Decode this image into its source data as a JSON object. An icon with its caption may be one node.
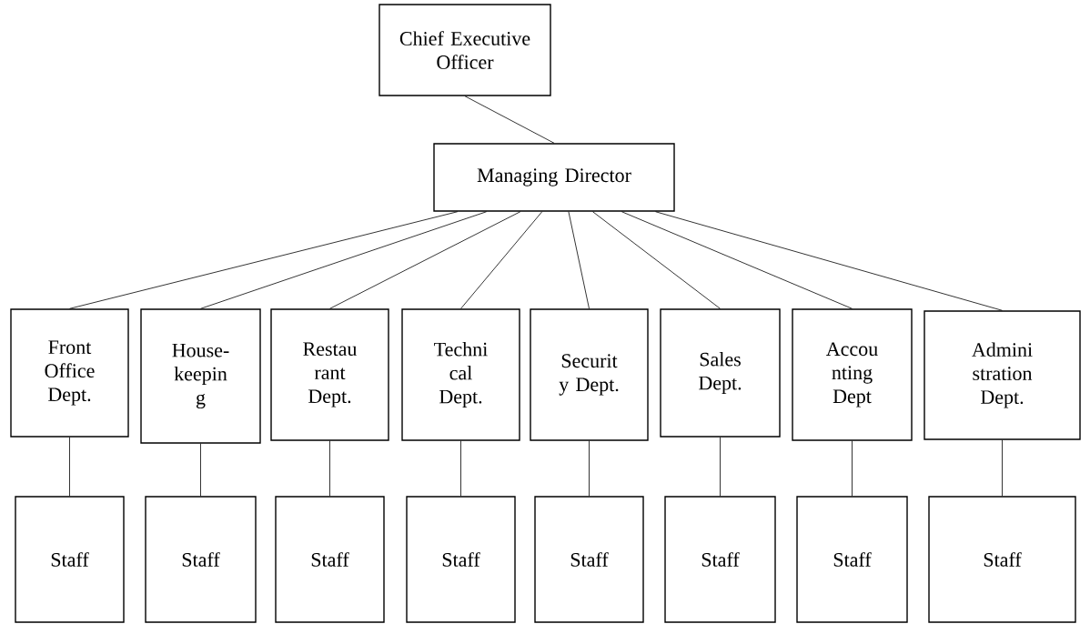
{
  "diagram": {
    "nodes": [
      {
        "text": [
          "Chief Executive Officer"
        ]
      },
      {
        "text": [
          "Managing Director"
        ]
      },
      {
        "text": [
          "Front Office Dept."
        ]
      },
      {
        "text": [
          "House- keepin g"
        ]
      },
      {
        "text": [
          "Restau rant Dept."
        ]
      },
      {
        "text": [
          "Techni cal Dept."
        ]
      },
      {
        "text": [
          "Securit y Dept."
        ]
      },
      {
        "text": [
          "Sales Dept."
        ]
      },
      {
        "text": [
          "Accou nting Dept"
        ]
      },
      {
        "text": [
          "Admini stration Dept."
        ]
      },
      {
        "text": [
          "Staff"
        ]
      },
      {
        "text": [
          "Staff"
        ]
      },
      {
        "text": [
          "Staff"
        ]
      },
      {
        "text": [
          "Staff"
        ]
      },
      {
        "text": [
          "Staff"
        ]
      },
      {
        "text": [
          "Staff"
        ]
      },
      {
        "text": [
          "Staff"
        ]
      },
      {
        "text": [
          "Staff"
        ]
      }
    ],
    "edges": [
      {
        "from": 0,
        "to": 1,
        "arrow": "none"
      },
      {
        "from": 1,
        "to": 2,
        "arrow": "none"
      },
      {
        "from": 1,
        "to": 3,
        "arrow": "none"
      },
      {
        "from": 1,
        "to": 4,
        "arrow": "none"
      },
      {
        "from": 1,
        "to": 5,
        "arrow": "none"
      },
      {
        "from": 1,
        "to": 6,
        "arrow": "none"
      },
      {
        "from": 1,
        "to": 7,
        "arrow": "none"
      },
      {
        "from": 1,
        "to": 8,
        "arrow": "none"
      },
      {
        "from": 1,
        "to": 9,
        "arrow": "none"
      },
      {
        "from": 2,
        "to": 10,
        "arrow": "none"
      },
      {
        "from": 3,
        "to": 11,
        "arrow": "none"
      },
      {
        "from": 4,
        "to": 12,
        "arrow": "none"
      },
      {
        "from": 5,
        "to": 13,
        "arrow": "none"
      },
      {
        "from": 6,
        "to": 14,
        "arrow": "none"
      },
      {
        "from": 7,
        "to": 15,
        "arrow": "none"
      },
      {
        "from": 8,
        "to": 16,
        "arrow": "none"
      },
      {
        "from": 9,
        "to": 17,
        "arrow": "none"
      }
    ]
  }
}
